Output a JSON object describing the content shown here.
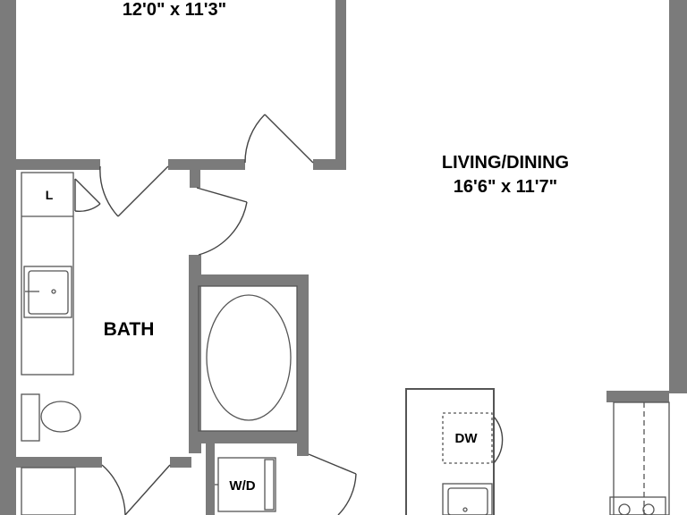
{
  "plan": {
    "rooms": {
      "bedroom_dims": "12'0\" x 11'3\"",
      "living_name": "LIVING/DINING",
      "living_dims": "16'6\" x 11'7\"",
      "bath_name": "BATH"
    },
    "fixtures": {
      "linen": "L",
      "dishwasher": "DW",
      "washer_dryer": "W/D"
    },
    "colors": {
      "wall": "#7b7b7b",
      "line": "#555555",
      "background": "#ffffff"
    }
  }
}
